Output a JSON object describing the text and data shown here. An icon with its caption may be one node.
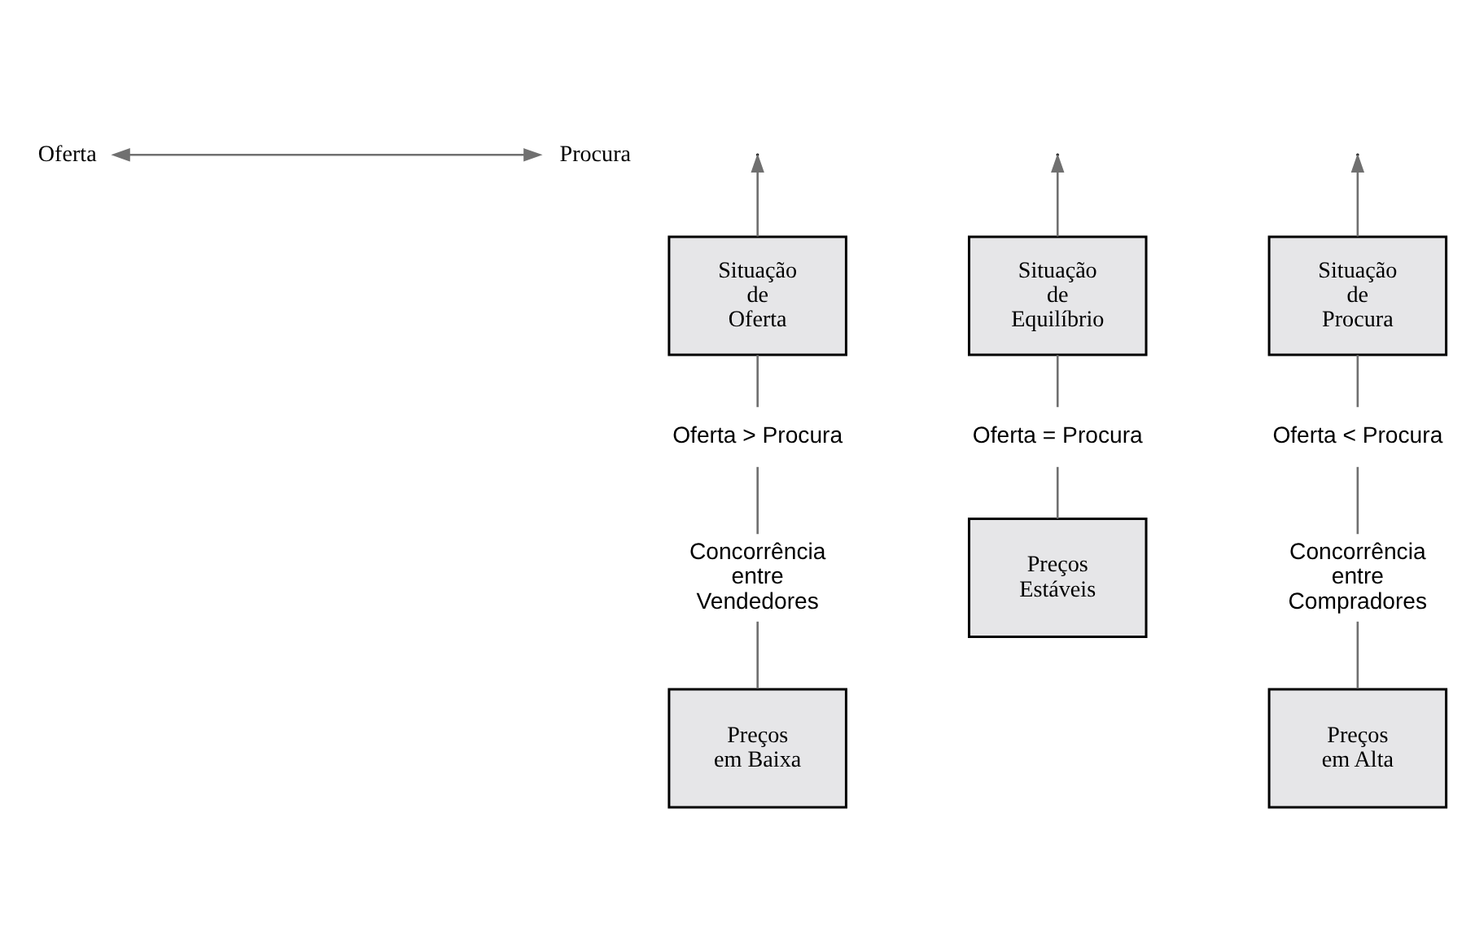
{
  "diagram": {
    "nodes": [
      {
        "text": [
          "Oferta"
        ]
      },
      {
        "text": [
          "Procura"
        ]
      },
      {
        "text": [
          "Situação de Oferta"
        ]
      },
      {
        "text": [
          "Situação de Equilíbrio"
        ]
      },
      {
        "text": [
          "Situação de Procura"
        ]
      },
      {
        "text": [
          "Oferta > Procura"
        ]
      },
      {
        "text": [
          "Oferta = Procura"
        ]
      },
      {
        "text": [
          "Oferta < Procura"
        ]
      },
      {
        "text": [
          "Concorrência entre Vendedores"
        ]
      },
      {
        "text": [
          "Concorrência entre Compradores"
        ]
      },
      {
        "text": [
          "Preços em Baixa"
        ]
      },
      {
        "text": [
          "Preços Estáveis"
        ]
      },
      {
        "text": [
          "Preços em Alta"
        ]
      }
    ],
    "edges": [
      {
        "from": 0,
        "to": 1,
        "arrow": "both"
      },
      {
        "from": 2,
        "to": null,
        "arrow": "to"
      },
      {
        "from": 3,
        "to": null,
        "arrow": "to"
      },
      {
        "from": 4,
        "to": null,
        "arrow": "to"
      },
      {
        "from": 2,
        "to": 5,
        "arrow": "none"
      },
      {
        "from": 5,
        "to": 8,
        "arrow": "none"
      },
      {
        "from": 8,
        "to": 10,
        "arrow": "none"
      },
      {
        "from": 3,
        "to": 6,
        "arrow": "none"
      },
      {
        "from": 6,
        "to": 11,
        "arrow": "none"
      },
      {
        "from": 4,
        "to": 7,
        "arrow": "none"
      },
      {
        "from": 7,
        "to": 9,
        "arrow": "none"
      },
      {
        "from": 9,
        "to": 12,
        "arrow": "none"
      }
    ]
  }
}
